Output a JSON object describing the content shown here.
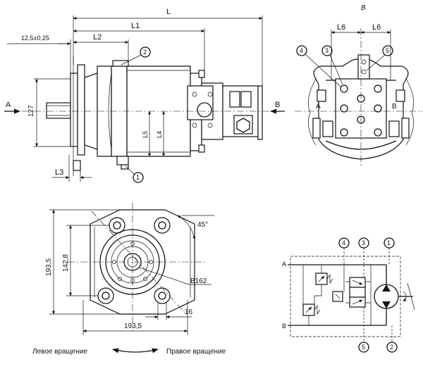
{
  "side_view": {
    "dim_L": "L",
    "dim_L1": "L1",
    "dim_L2": "L2",
    "dim_L3": "L3",
    "dim_L4": "L4",
    "dim_L5": "L5",
    "dim_flange": "12,5±0,25",
    "dim_shaft_height": "127",
    "arrow_left": "A",
    "arrow_right": "B",
    "callout_1": "1",
    "callout_2": "2"
  },
  "view_b": {
    "title": "В",
    "dim_L6_left": "L6",
    "dim_L6_right": "L6",
    "port_a": "A",
    "port_b": "B",
    "callout_3": "3",
    "callout_4": "4",
    "callout_5": "5"
  },
  "front_view": {
    "dim_height": "193,5",
    "dim_inner_height": "142,8",
    "dim_width": "193,5",
    "dim_bolt": "16",
    "dim_radius": "B162",
    "dim_angle": "45°"
  },
  "schematic": {
    "port_a": "A",
    "port_b": "B",
    "callout_1": "1",
    "callout_2": "2",
    "callout_3": "3",
    "callout_4": "4",
    "callout_5": "5"
  },
  "rotation": {
    "left": "Левое вращение",
    "right": "Правое вращение"
  }
}
